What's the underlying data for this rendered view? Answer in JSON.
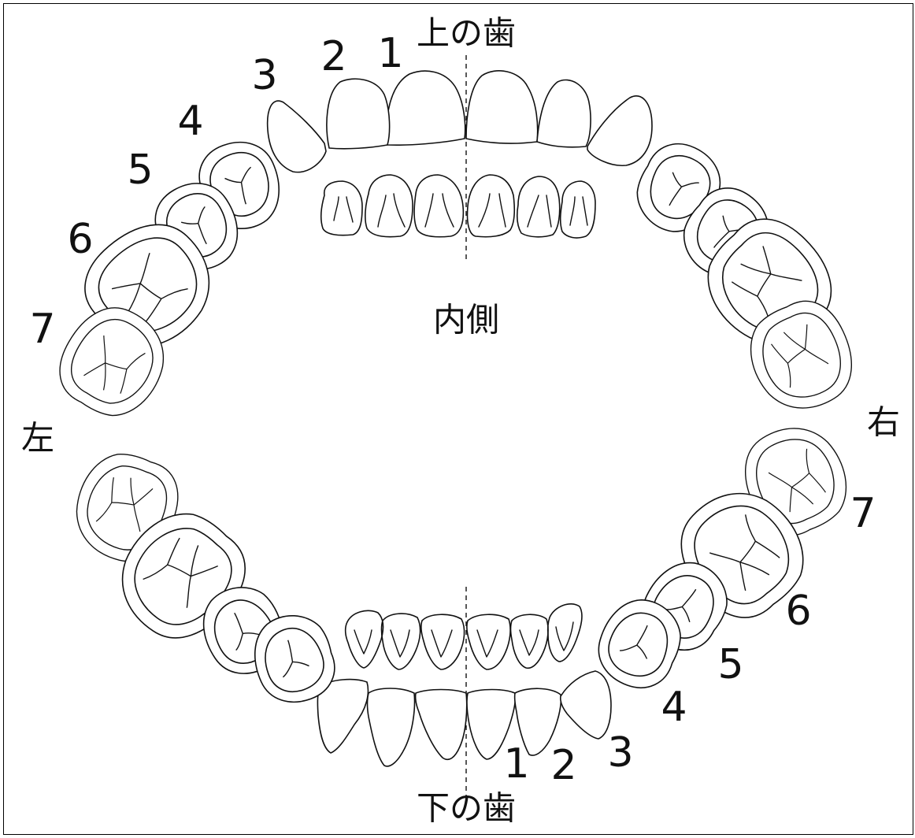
{
  "labels": {
    "upper": "上の歯",
    "lower": "下の歯",
    "inner": "内側",
    "left": "左",
    "right": "右"
  },
  "numbers": {
    "upper_left": [
      "1",
      "2",
      "3",
      "4",
      "5",
      "6",
      "7"
    ],
    "lower_right": [
      "1",
      "2",
      "3",
      "4",
      "5",
      "6",
      "7"
    ]
  },
  "colors": {
    "ink": "#111111",
    "background": "#ffffff"
  }
}
